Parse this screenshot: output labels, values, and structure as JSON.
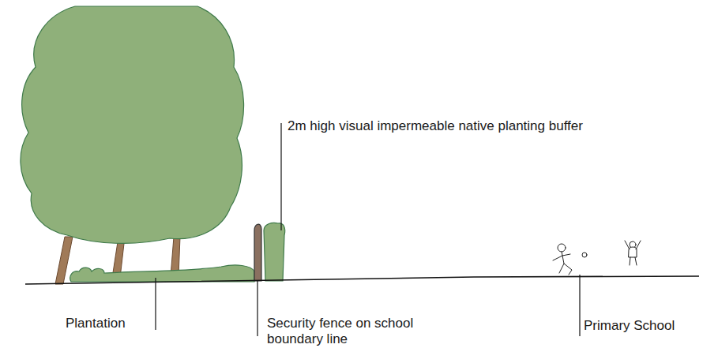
{
  "diagram": {
    "labels": [
      "2m high visual impermeable native planting buffer",
      "Plantation",
      "Security fence on school boundary line",
      "Primary School"
    ]
  }
}
